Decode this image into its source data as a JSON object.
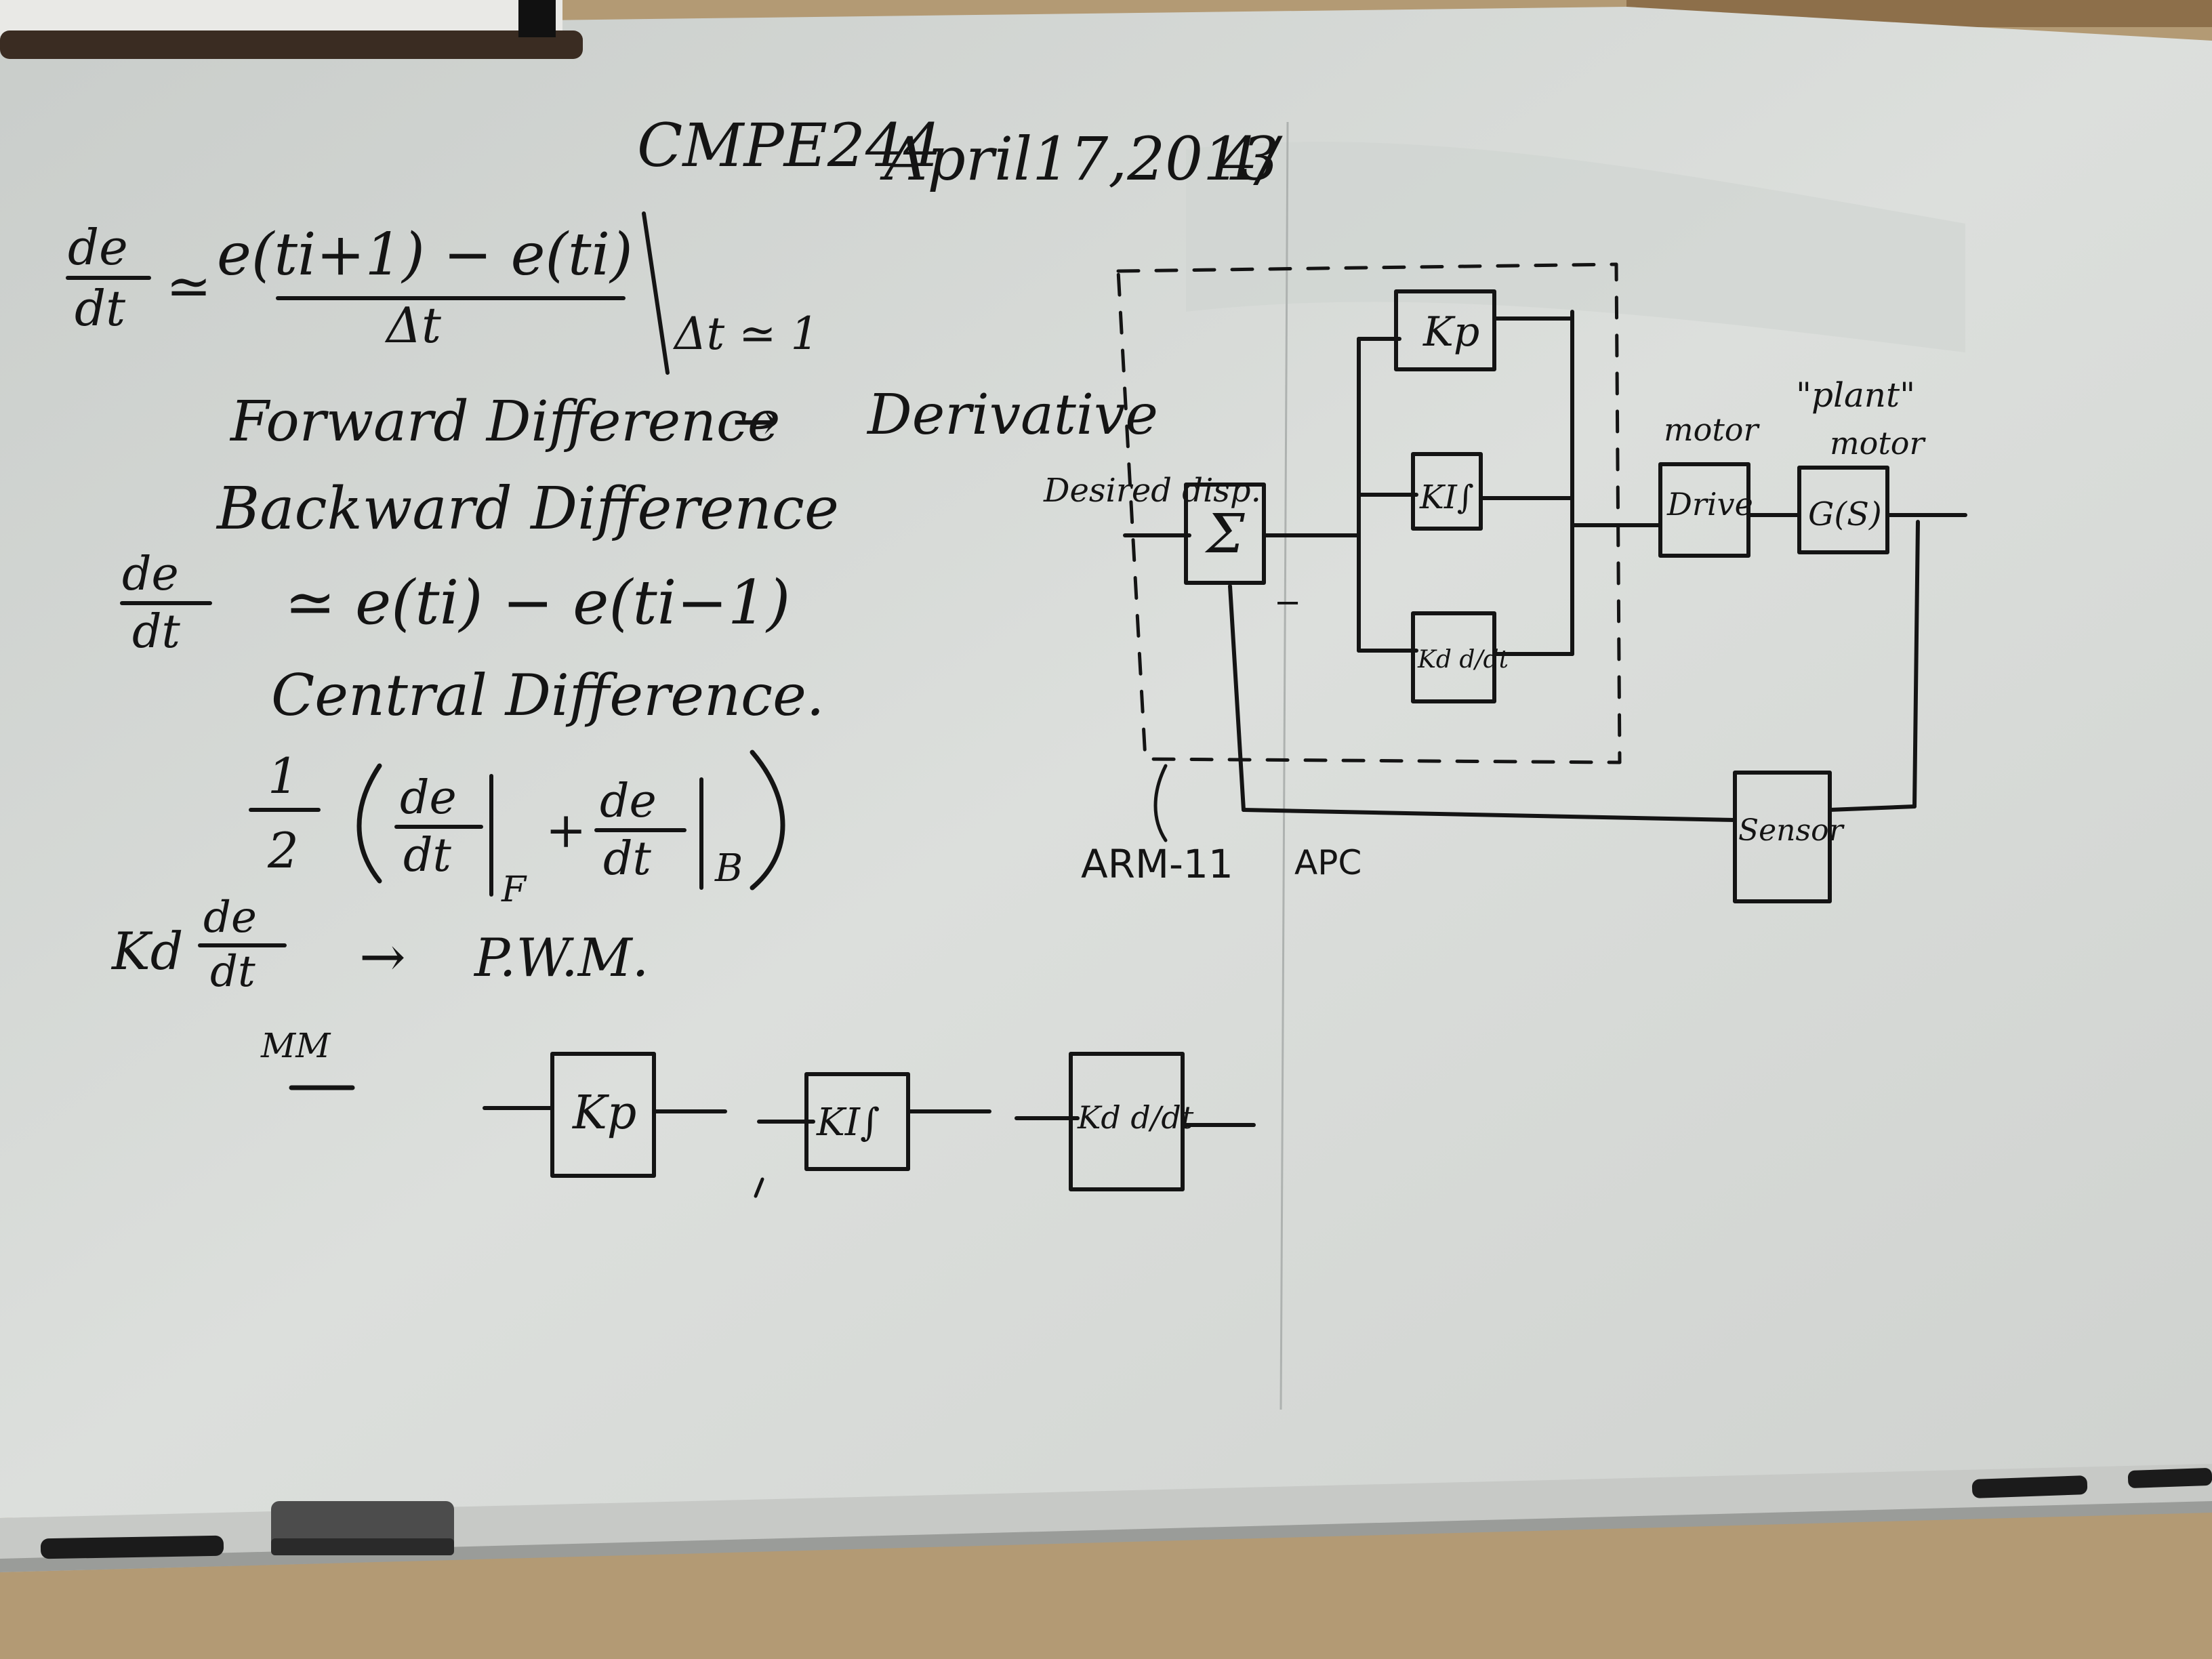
{
  "board": {
    "surface_color": "#d8dcd9",
    "frame_color": "#c9cbc8",
    "wall_color": "#b39a74",
    "ink_color": "#141414"
  },
  "header": {
    "course": "CMPE244",
    "date": "April17,2013",
    "slide": "4/"
  },
  "notes": {
    "derivative_lhs_num": "de",
    "derivative_lhs_den": "dt",
    "approx": "≃",
    "forward_numerator": "e(ti+1) − e(ti)",
    "forward_denominator": "Δt",
    "delta_condition": "Δt ≃ 1",
    "forward_label": "Forward Difference",
    "arrow": "→",
    "derivative_label": "Derivative",
    "backward_label": "Backward Difference",
    "backward_rhs": "≃ e(ti) − e(ti−1)",
    "central_label": "Central Difference.",
    "central_half_num": "1",
    "central_half_den": "2",
    "central_sub_f": "F",
    "central_plus": "+",
    "central_sub_b": "B",
    "kd_label": "Kd",
    "pwm_label": "P.W.M.",
    "mm_label": "MM"
  },
  "block_diagram": {
    "desired_label": "Desired disp.",
    "sum_symbol": "Σ",
    "minus_sign": "−",
    "kp_block": "Kp",
    "ki_block": "KI∫",
    "kd_block": "Kd d/dt",
    "motor_label": "motor",
    "drive_block": "Drive",
    "plant_label": "\"plant\"",
    "motor2_label": "motor",
    "gs_block": "G(S)",
    "sensor_block": "Sensor",
    "arm_label": "ARM-11",
    "apc_label": "APC"
  },
  "series_chain": {
    "kp": "Kp",
    "ki": "KI∫",
    "kd": "Kd d/dt"
  }
}
